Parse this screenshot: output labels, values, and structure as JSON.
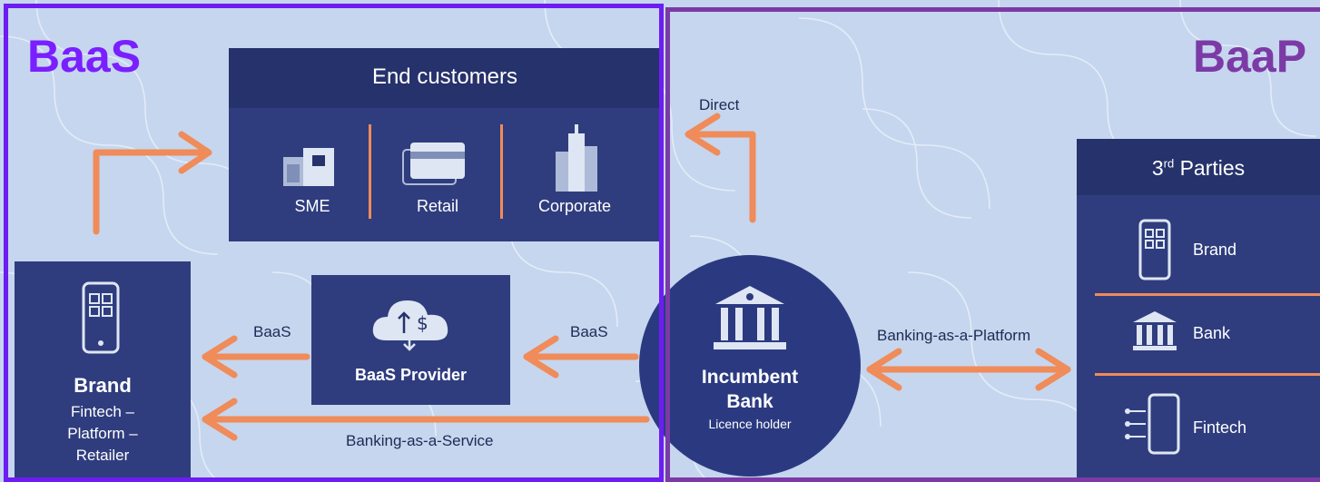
{
  "left_panel": {
    "tag": "BaaS",
    "frame_color": "#6d1df2"
  },
  "right_panel": {
    "tag": "BaaP",
    "frame_color": "#7b3aa6"
  },
  "end_customers": {
    "title": "End customers",
    "segments": [
      "SME",
      "Retail",
      "Corporate"
    ]
  },
  "brand": {
    "title": "Brand",
    "subtitle_lines": [
      "Fintech –",
      "Platform –",
      "Retailer"
    ]
  },
  "provider": {
    "label": "BaaS Provider"
  },
  "bank": {
    "title_lines": [
      "Incumbent",
      "Bank"
    ],
    "subtitle": "Licence holder"
  },
  "arrows": {
    "baas_left": "BaaS",
    "baas_right": "BaaS",
    "service": "Banking-as-a-Service",
    "platform": "Banking-as-a-Platform",
    "direct": "Direct"
  },
  "third_parties": {
    "title_main": "3",
    "title_sup": "rd",
    "title_rest": " Parties",
    "items": [
      "Brand",
      "Bank",
      "Fintech"
    ]
  },
  "colors": {
    "arrow": "#f08b5a",
    "navy": "#26326b",
    "background": "#c9d8ee"
  }
}
